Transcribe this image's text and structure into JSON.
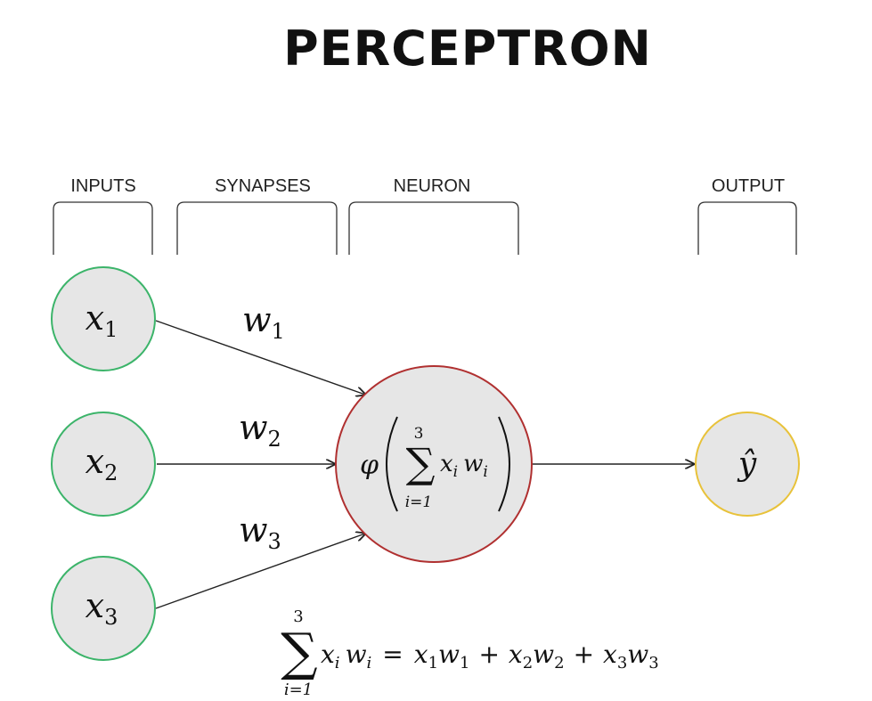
{
  "title": "PERCEPTRON",
  "categories": {
    "inputs": "INPUTS",
    "synapses": "SYNAPSES",
    "neuron": "NEURON",
    "output": "OUTPUT"
  },
  "inputs": [
    {
      "var": "x",
      "sub": "1"
    },
    {
      "var": "x",
      "sub": "2"
    },
    {
      "var": "x",
      "sub": "3"
    }
  ],
  "weights": [
    {
      "var": "w",
      "sub": "1"
    },
    {
      "var": "w",
      "sub": "2"
    },
    {
      "var": "w",
      "sub": "3"
    }
  ],
  "neuron": {
    "activation": "φ",
    "sum_upper": "3",
    "sum_lower": "i=1",
    "term": "x",
    "term_sub": "i",
    "weight": "w",
    "weight_sub": "i"
  },
  "output": {
    "symbol": "ŷ"
  },
  "equation": {
    "sum_upper": "3",
    "sum_lower": "i=1",
    "lhs_x": "x",
    "lhs_x_sub": "i",
    "lhs_w": "w",
    "lhs_w_sub": "i",
    "eq": "=",
    "terms": [
      {
        "x": "x",
        "xs": "1",
        "w": "w",
        "ws": "1"
      },
      {
        "x": "x",
        "xs": "2",
        "w": "w",
        "ws": "2"
      },
      {
        "x": "x",
        "xs": "3",
        "w": "w",
        "ws": "3"
      }
    ],
    "plus": "+"
  },
  "colors": {
    "input_stroke": "#3cb46a",
    "neuron_stroke": "#b03030",
    "output_stroke": "#e8c23a",
    "node_fill": "#e6e6e6",
    "line": "#222222"
  }
}
